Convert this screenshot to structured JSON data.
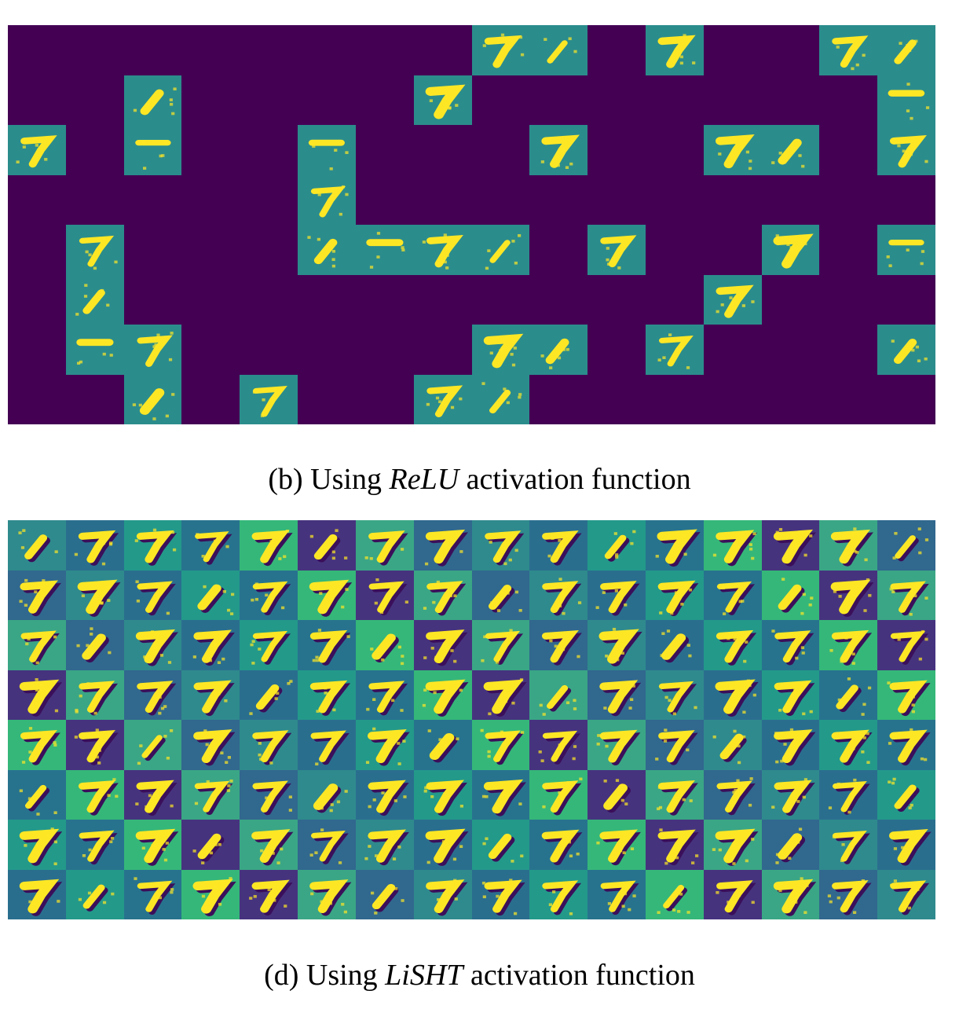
{
  "figure_b": {
    "caption_prefix": "(b) Using ",
    "caption_math": "ReLU",
    "caption_suffix": " activation function",
    "grid_rows": 8,
    "grid_cols": 16,
    "active_cells": [
      [
        0,
        8
      ],
      [
        0,
        9
      ],
      [
        0,
        11
      ],
      [
        0,
        14
      ],
      [
        0,
        15
      ],
      [
        1,
        2
      ],
      [
        1,
        7
      ],
      [
        1,
        15
      ],
      [
        2,
        0
      ],
      [
        2,
        2
      ],
      [
        2,
        5
      ],
      [
        2,
        9
      ],
      [
        2,
        12
      ],
      [
        2,
        13
      ],
      [
        2,
        15
      ],
      [
        3,
        5
      ],
      [
        4,
        1
      ],
      [
        4,
        5
      ],
      [
        4,
        6
      ],
      [
        4,
        7
      ],
      [
        4,
        8
      ],
      [
        4,
        10
      ],
      [
        4,
        13
      ],
      [
        4,
        15
      ],
      [
        5,
        1
      ],
      [
        5,
        12
      ],
      [
        6,
        1
      ],
      [
        6,
        2
      ],
      [
        6,
        8
      ],
      [
        6,
        9
      ],
      [
        6,
        11
      ],
      [
        6,
        15
      ],
      [
        7,
        2
      ],
      [
        7,
        4
      ],
      [
        7,
        7
      ],
      [
        7,
        8
      ]
    ],
    "colors": {
      "background": "#440154",
      "tile": "#2b8c8c",
      "highlight": "#fde725"
    }
  },
  "figure_d": {
    "caption_prefix": "(d) Using ",
    "caption_math": "LiSHT",
    "caption_suffix": " activation function",
    "grid_rows": 8,
    "grid_cols": 16,
    "colors": {
      "base": "#2f8a8d",
      "dark": "#3b0f5a",
      "mid": "#35b779",
      "highlight": "#fde725"
    }
  }
}
